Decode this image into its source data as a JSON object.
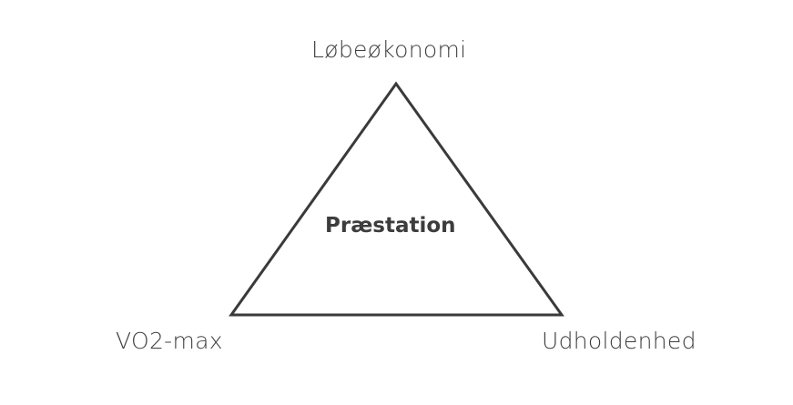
{
  "diagram": {
    "type": "triangle",
    "center_label": "Præstation",
    "vertices": {
      "top": "Løbeøkonomi",
      "bottom_left": "VO2-max",
      "bottom_right": "Udholdenhed"
    },
    "colors": {
      "stroke": "#3a3a3a",
      "text": "#3f3f3f",
      "background": "#ffffff"
    }
  }
}
